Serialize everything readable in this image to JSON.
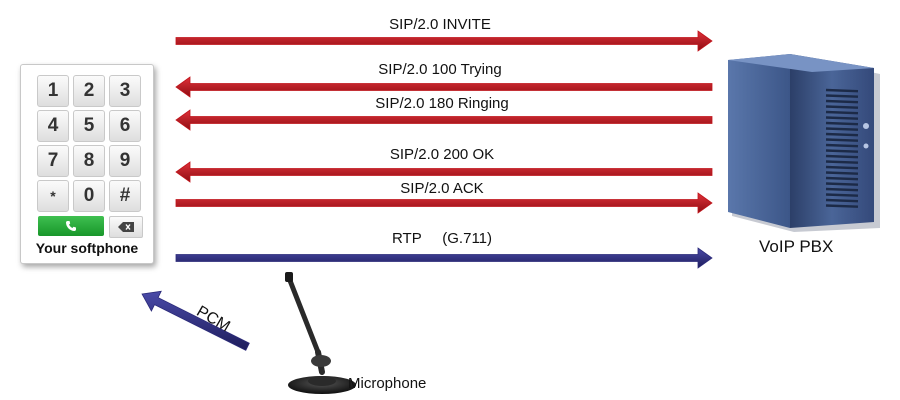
{
  "messages": [
    {
      "label": "SIP/2.0 INVITE",
      "direction": "to-pbx",
      "color": "#c0141b"
    },
    {
      "label": "SIP/2.0 100 Trying",
      "direction": "to-phone",
      "color": "#c0141b"
    },
    {
      "label": "SIP/2.0 180 Ringing",
      "direction": "to-phone",
      "color": "#c0141b"
    },
    {
      "label": "SIP/2.0 200 OK",
      "direction": "to-phone",
      "color": "#c0141b"
    },
    {
      "label": "SIP/2.0 ACK",
      "direction": "to-pbx",
      "color": "#c0141b"
    },
    {
      "label": "RTP     (G.711)",
      "direction": "to-pbx",
      "color": "#2b2a7a"
    }
  ],
  "pcm": {
    "label": "PCM",
    "color": "#2b2a7a"
  },
  "softphone": {
    "keys": [
      "1",
      "2",
      "3",
      "4",
      "5",
      "6",
      "7",
      "8",
      "9",
      "*",
      "0",
      "#"
    ],
    "call_icon": "phone-icon",
    "delete_icon": "backspace-icon",
    "caption": "Your softphone"
  },
  "server": {
    "caption": "VoIP PBX",
    "color": "#3d5a8c"
  },
  "microphone": {
    "caption": "Microphone"
  }
}
